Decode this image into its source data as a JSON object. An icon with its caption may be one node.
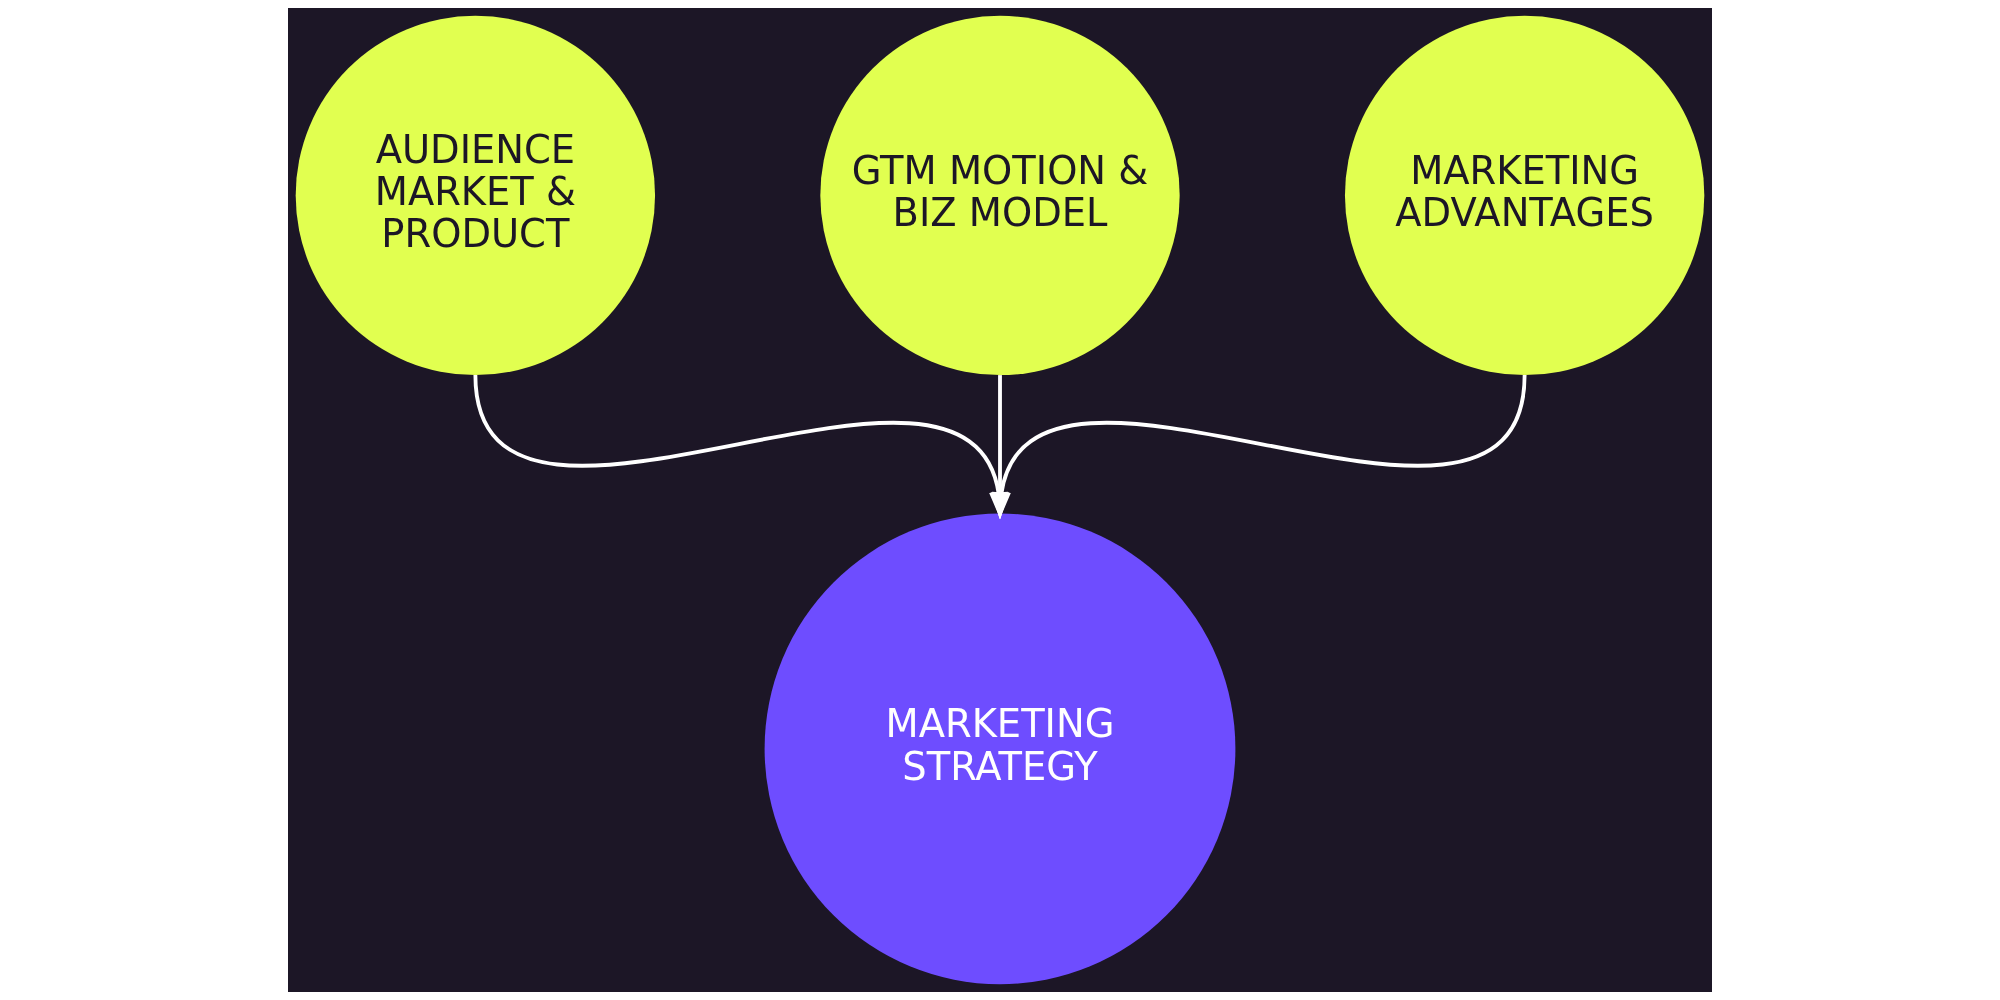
{
  "diagram": {
    "nodes": [
      {
        "text": [
          "AUDIENCE MARKET & PRODUCT"
        ]
      },
      {
        "text": [
          "GTM MOTION & BIZ MODEL"
        ]
      },
      {
        "text": [
          "MARKETING ADVANTAGES"
        ]
      },
      {
        "text": [
          "MARKETING STRATEGY"
        ]
      }
    ],
    "edges": [
      {
        "from": 0,
        "to": 3,
        "arrow": "to"
      },
      {
        "from": 1,
        "to": 3,
        "arrow": "to"
      },
      {
        "from": 2,
        "to": 3,
        "arrow": "to"
      }
    ]
  }
}
